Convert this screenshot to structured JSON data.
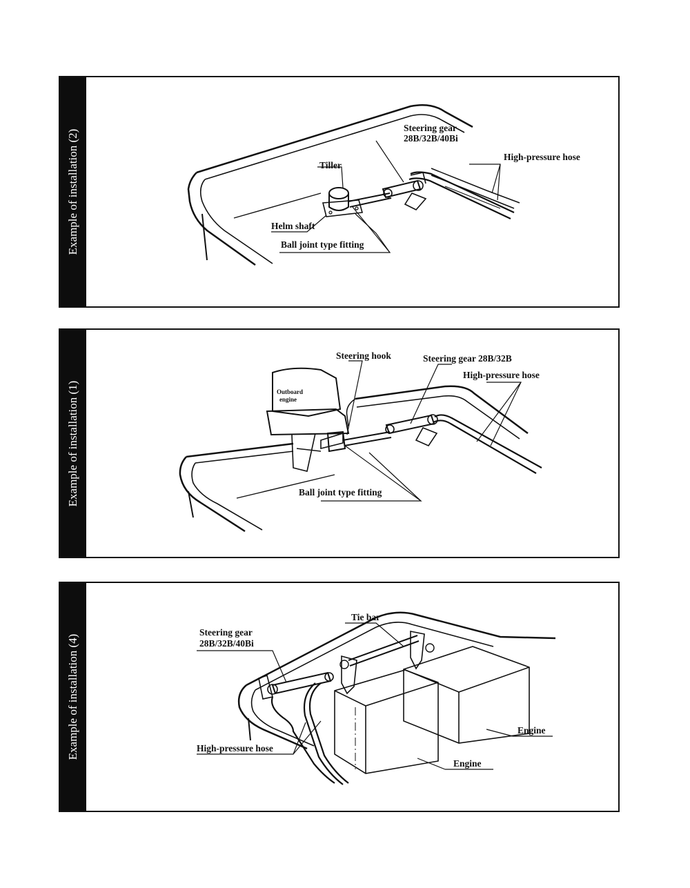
{
  "panels": [
    {
      "sidebar_title": "Example of installation (2)",
      "labels": {
        "steering_gear_line1": "Steering gear",
        "steering_gear_line2": "28B/32B/40Bi",
        "tiller": "Tiller",
        "high_pressure_hose": "High-pressure hose",
        "helm_shaft": "Helm shaft",
        "ball_joint": "Ball joint type fitting"
      }
    },
    {
      "sidebar_title": "Example of installation (1)",
      "labels": {
        "steering_hook": "Steering hook",
        "steering_gear": "Steering gear 28B/32B",
        "high_pressure_hose": "High-pressure hose",
        "outboard_line1": "Outboard",
        "outboard_line2": "engine",
        "ball_joint": "Ball joint type fitting"
      }
    },
    {
      "sidebar_title": "Example of installation (4)",
      "labels": {
        "tie_bar": "Tie bar",
        "steering_gear_line1": "Steering gear",
        "steering_gear_line2": "28B/32B/40Bi",
        "high_pressure_hose": "High-pressure hose",
        "engine_right": "Engine",
        "engine_left": "Engine"
      }
    }
  ]
}
